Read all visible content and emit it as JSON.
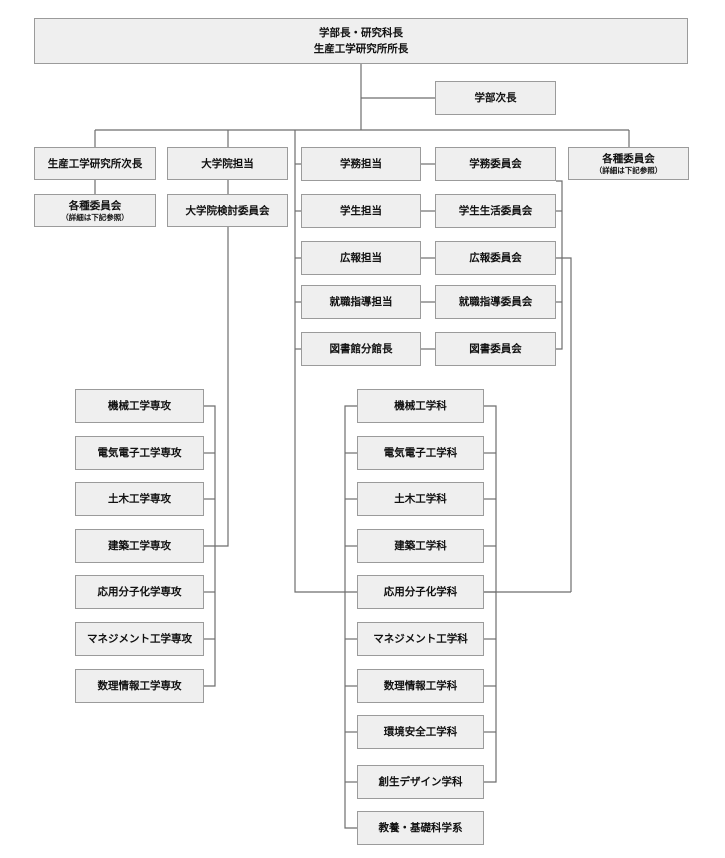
{
  "top": {
    "line1": "学部長・研究科長",
    "line2": "生産工学研究所所長"
  },
  "vice_dean": "学部次長",
  "research_vice_director": "生産工学研究所次長",
  "committees_left": {
    "label": "各種委員会",
    "note": "（詳細は下記参照）"
  },
  "committees_right": {
    "label": "各種委員会",
    "note": "（詳細は下記参照）"
  },
  "graduate_officer": "大学院担当",
  "graduate_committee": "大学院検討委員会",
  "officers": [
    "学務担当",
    "学生担当",
    "広報担当",
    "就職指導担当",
    "図書館分館長"
  ],
  "committees": [
    "学務委員会",
    "学生生活委員会",
    "広報委員会",
    "就職指導委員会",
    "図書委員会"
  ],
  "grad_majors": [
    "機械工学専攻",
    "電気電子工学専攻",
    "土木工学専攻",
    "建築工学専攻",
    "応用分子化学専攻",
    "マネジメント工学専攻",
    "数理情報工学専攻"
  ],
  "departments": [
    "機械工学科",
    "電気電子工学科",
    "土木工学科",
    "建築工学科",
    "応用分子化学科",
    "マネジメント工学科",
    "数理情報工学科",
    "環境安全工学科",
    "創生デザイン学科",
    "教養・基礎科学系"
  ]
}
